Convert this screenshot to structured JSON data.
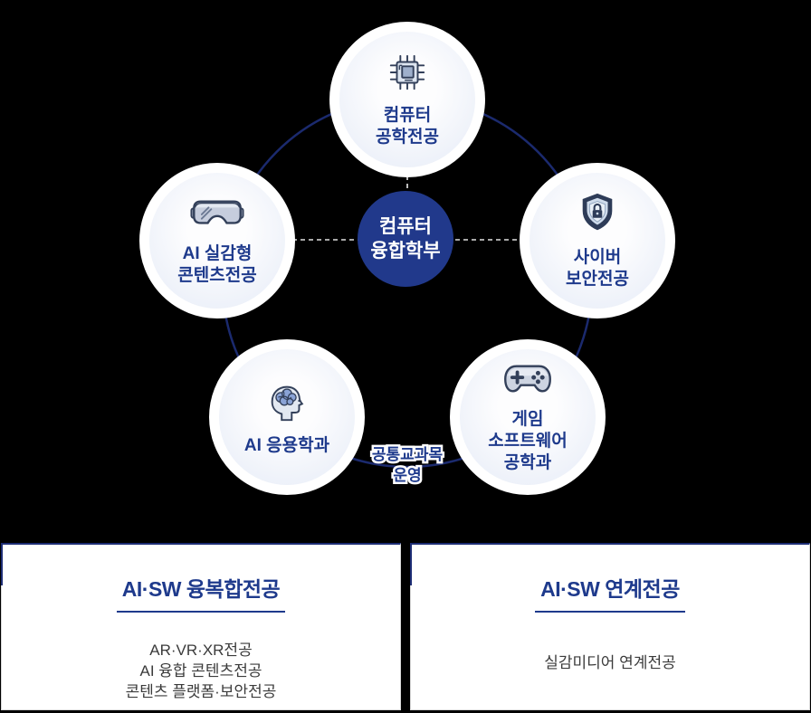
{
  "colors": {
    "background": "#000000",
    "center_navy": "#21398b",
    "ring_navy": "#1b2a6e",
    "label_navy": "#1e3a8c",
    "node_fill": "#e9eef8",
    "dashed_gray": "#bdbdbd",
    "body_text": "#3b3b3b"
  },
  "diagram": {
    "center": {
      "lines": [
        "컴퓨터",
        "융합학부"
      ]
    },
    "nodes": [
      {
        "icon": "chip-icon",
        "lines": [
          "컴퓨터",
          "공학전공"
        ]
      },
      {
        "icon": "vr-goggles-icon",
        "lines": [
          "AI 실감형",
          "콘텐츠전공"
        ]
      },
      {
        "icon": "shield-lock-icon",
        "lines": [
          "사이버",
          "보안전공"
        ]
      },
      {
        "icon": "ai-head-icon",
        "lines": [
          "AI 응용학과"
        ]
      },
      {
        "icon": "gamepad-icon",
        "lines": [
          "게임",
          "소프트웨어",
          "공학과"
        ]
      }
    ],
    "badge": {
      "lines": [
        "공통교과목",
        "운영"
      ]
    }
  },
  "panels": [
    {
      "title": "AI·SW 융복합전공",
      "items": [
        "AR·VR·XR전공",
        "AI 융합 콘텐츠전공",
        "콘텐츠 플랫폼·보안전공"
      ]
    },
    {
      "title": "AI·SW 연계전공",
      "items": [
        "실감미디어 연계전공"
      ]
    }
  ]
}
